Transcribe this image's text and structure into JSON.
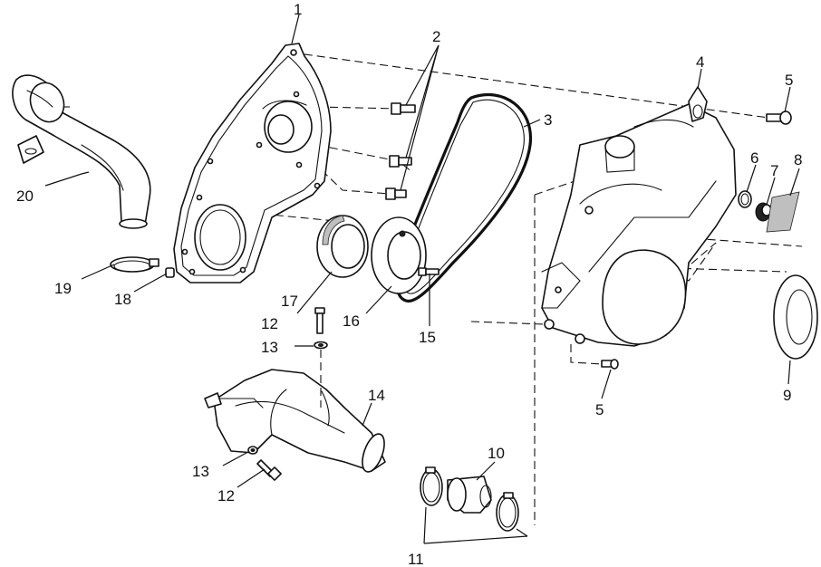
{
  "callouts": {
    "c1": "1",
    "c2": "2",
    "c3": "3",
    "c4": "4",
    "c5a": "5",
    "c5b": "5",
    "c6": "6",
    "c7": "7",
    "c8": "8",
    "c9": "9",
    "c10": "10",
    "c11": "11",
    "c12a": "12",
    "c12b": "12",
    "c13a": "13",
    "c13b": "13",
    "c14": "14",
    "c15": "15",
    "c16": "16",
    "c17": "17",
    "c18": "18",
    "c19": "19",
    "c20": "20"
  }
}
